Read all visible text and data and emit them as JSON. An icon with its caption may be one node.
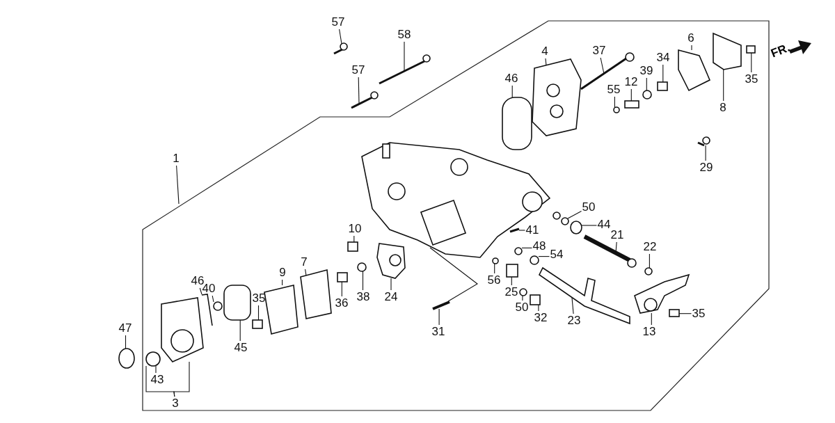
{
  "diagram": {
    "nodes": [
      {
        "text": [
          "57"
        ]
      },
      {
        "text": [
          "58"
        ]
      },
      {
        "text": [
          "57"
        ]
      },
      {
        "text": [
          "4"
        ]
      },
      {
        "text": [
          "37"
        ]
      },
      {
        "text": [
          "6"
        ]
      },
      {
        "text": [
          "46"
        ]
      },
      {
        "text": [
          "55"
        ]
      },
      {
        "text": [
          "12"
        ]
      },
      {
        "text": [
          "39"
        ]
      },
      {
        "text": [
          "34"
        ]
      },
      {
        "text": [
          "35"
        ]
      },
      {
        "text": [
          "8"
        ]
      },
      {
        "text": [
          "1"
        ]
      },
      {
        "text": [
          "29"
        ]
      },
      {
        "text": [
          "50"
        ]
      },
      {
        "text": [
          "41"
        ]
      },
      {
        "text": [
          "44"
        ]
      },
      {
        "text": [
          "21"
        ]
      },
      {
        "text": [
          "10"
        ]
      },
      {
        "text": [
          "48"
        ]
      },
      {
        "text": [
          "54"
        ]
      },
      {
        "text": [
          "22"
        ]
      },
      {
        "text": [
          "46"
        ]
      },
      {
        "text": [
          "40"
        ]
      },
      {
        "text": [
          "9"
        ]
      },
      {
        "text": [
          "7"
        ]
      },
      {
        "text": [
          "35"
        ]
      },
      {
        "text": [
          "56"
        ]
      },
      {
        "text": [
          "25"
        ]
      },
      {
        "text": [
          "36"
        ]
      },
      {
        "text": [
          "38"
        ]
      },
      {
        "text": [
          "24"
        ]
      },
      {
        "text": [
          "50"
        ]
      },
      {
        "text": [
          "32"
        ]
      },
      {
        "text": [
          "23"
        ]
      },
      {
        "text": [
          "35"
        ]
      },
      {
        "text": [
          "13"
        ]
      },
      {
        "text": [
          "45"
        ]
      },
      {
        "text": [
          "31"
        ]
      },
      {
        "text": [
          "47"
        ]
      },
      {
        "text": [
          "43"
        ]
      },
      {
        "text": [
          "3"
        ]
      },
      {
        "text": [],
        "shape": "picture"
      },
      {
        "text": [],
        "shape": "picture"
      },
      {
        "text": [],
        "shape": "picture"
      },
      {
        "text": [],
        "shape": "picture"
      },
      {
        "text": [],
        "shape": "picture"
      },
      {
        "text": [],
        "shape": "picture"
      },
      {
        "text": [],
        "shape": "box"
      },
      {
        "text": [],
        "shape": "circle"
      },
      {
        "text": [],
        "shape": "box"
      },
      {
        "text": [],
        "shape": "circle"
      },
      {
        "text": [],
        "shape": "box"
      },
      {
        "text": [],
        "shape": "picture"
      },
      {
        "text": [],
        "shape": "picture"
      },
      {
        "text": [],
        "shape": "picture"
      },
      {
        "text": [],
        "shape": "picture"
      },
      {
        "text": [],
        "shape": "picture"
      },
      {
        "text": [],
        "shape": "picture"
      },
      {
        "text": [],
        "shape": "picture"
      },
      {
        "text": [],
        "shape": "box"
      },
      {
        "text": [],
        "shape": "picture"
      },
      {
        "text": [],
        "shape": "picture"
      },
      {
        "text": [],
        "shape": "circle"
      },
      {
        "text": [],
        "shape": "picture"
      },
      {
        "text": [],
        "shape": "circle"
      },
      {
        "text": [],
        "shape": "picture"
      },
      {
        "text": [],
        "shape": "picture"
      },
      {
        "text": [],
        "shape": "box"
      },
      {
        "text": [],
        "shape": "picture"
      },
      {
        "text": [],
        "shape": "picture"
      },
      {
        "text": [],
        "shape": "picture"
      },
      {
        "text": [],
        "shape": "picture"
      },
      {
        "text": [],
        "shape": "picture"
      },
      {
        "text": [],
        "shape": "picture"
      },
      {
        "text": [],
        "shape": "picture"
      },
      {
        "text": [],
        "shape": "picture"
      },
      {
        "text": [],
        "shape": "picture"
      },
      {
        "text": [],
        "shape": "picture"
      },
      {
        "text": [],
        "shape": "picture"
      },
      {
        "text": [],
        "shape": "picture"
      },
      {
        "text": [],
        "shape": "circle"
      },
      {
        "text": [],
        "shape": "picture"
      },
      {
        "text": [],
        "shape": "picture"
      },
      {
        "text": [],
        "shape": "picture"
      }
    ],
    "edges": [
      {
        "from": 0,
        "to": 43,
        "arrow": "none"
      },
      {
        "from": 1,
        "to": 44,
        "arrow": "none"
      },
      {
        "from": 2,
        "to": 45,
        "arrow": "none"
      },
      {
        "from": 3,
        "to": 46,
        "arrow": "none"
      },
      {
        "from": 4,
        "to": 47,
        "arrow": "none"
      },
      {
        "from": 5,
        "to": 48,
        "arrow": "none"
      },
      {
        "from": 6,
        "to": 49,
        "arrow": "none"
      },
      {
        "from": 7,
        "to": 50,
        "arrow": "none"
      },
      {
        "from": 8,
        "to": 51,
        "arrow": "none"
      },
      {
        "from": 9,
        "to": 52,
        "arrow": "none"
      },
      {
        "from": 10,
        "to": 53,
        "arrow": "none"
      },
      {
        "from": 11,
        "to": 54,
        "arrow": "none"
      },
      {
        "from": 12,
        "to": 55,
        "arrow": "none"
      },
      {
        "from": 13,
        "to": null,
        "arrow": "none"
      },
      {
        "from": 14,
        "to": 56,
        "arrow": "none"
      },
      {
        "from": 15,
        "to": 57,
        "arrow": "none"
      },
      {
        "from": 16,
        "to": 58,
        "arrow": "none"
      },
      {
        "from": 17,
        "to": 59,
        "arrow": "none"
      },
      {
        "from": 18,
        "to": 60,
        "arrow": "none"
      },
      {
        "from": 19,
        "to": 61,
        "arrow": "none"
      },
      {
        "from": 20,
        "to": 62,
        "arrow": "none"
      },
      {
        "from": 21,
        "to": 63,
        "arrow": "none"
      },
      {
        "from": 22,
        "to": 64,
        "arrow": "none"
      },
      {
        "from": 23,
        "to": 65,
        "arrow": "none"
      },
      {
        "from": 24,
        "to": 66,
        "arrow": "none"
      },
      {
        "from": 25,
        "to": 67,
        "arrow": "none"
      },
      {
        "from": 26,
        "to": 68,
        "arrow": "none"
      },
      {
        "from": 27,
        "to": 69,
        "arrow": "none"
      },
      {
        "from": 28,
        "to": 70,
        "arrow": "none"
      },
      {
        "from": 29,
        "to": 71,
        "arrow": "none"
      },
      {
        "from": 30,
        "to": 72,
        "arrow": "none"
      },
      {
        "from": 31,
        "to": 73,
        "arrow": "none"
      },
      {
        "from": 32,
        "to": 74,
        "arrow": "none"
      },
      {
        "from": 33,
        "to": 75,
        "arrow": "none"
      },
      {
        "from": 34,
        "to": 76,
        "arrow": "none"
      },
      {
        "from": 35,
        "to": 77,
        "arrow": "none"
      },
      {
        "from": 36,
        "to": 78,
        "arrow": "none"
      },
      {
        "from": 37,
        "to": 79,
        "arrow": "none"
      },
      {
        "from": 38,
        "to": 80,
        "arrow": "none"
      },
      {
        "from": 39,
        "to": 81,
        "arrow": "none"
      },
      {
        "from": 40,
        "to": 82,
        "arrow": "none"
      },
      {
        "from": 41,
        "to": 83,
        "arrow": "none"
      },
      {
        "from": 42,
        "to": 84,
        "arrow": "none"
      },
      {
        "from": 42,
        "to": 83,
        "arrow": "none"
      },
      {
        "from": 81,
        "to": 85,
        "arrow": "none"
      }
    ],
    "labels": [
      "FR."
    ]
  }
}
